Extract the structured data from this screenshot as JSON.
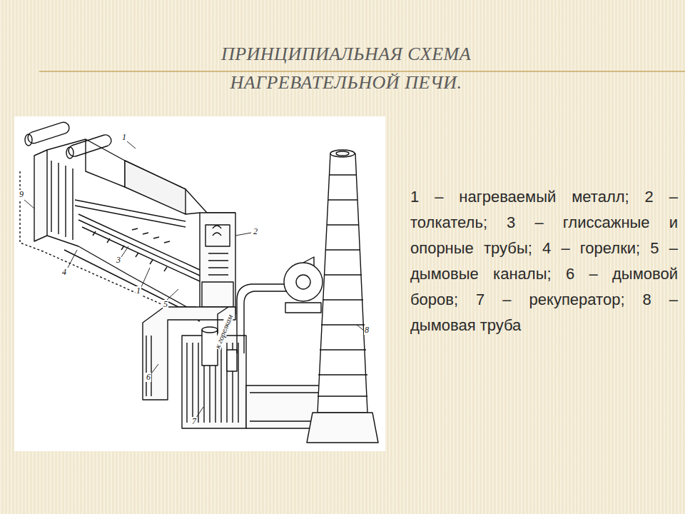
{
  "diagram": {
    "title": "ПРИНЦИПИАЛЬНАЯ СХЕМА НАГРЕВАТЕЛЬНОЙ ПЕЧИ.",
    "labels": [
      "1 – нагреваемый металл; 2 – толкатель; 3 – глиссажные и опорные трубы; 4 – горелки; 5 – дымовые каналы; 6 – дымовой боров; 7 – рекуператор; 8 – дымовая труба",
      "1",
      "9",
      "4",
      "3",
      "1",
      "5",
      "2",
      "6",
      "7",
      "8",
      "к горелкам"
    ]
  }
}
